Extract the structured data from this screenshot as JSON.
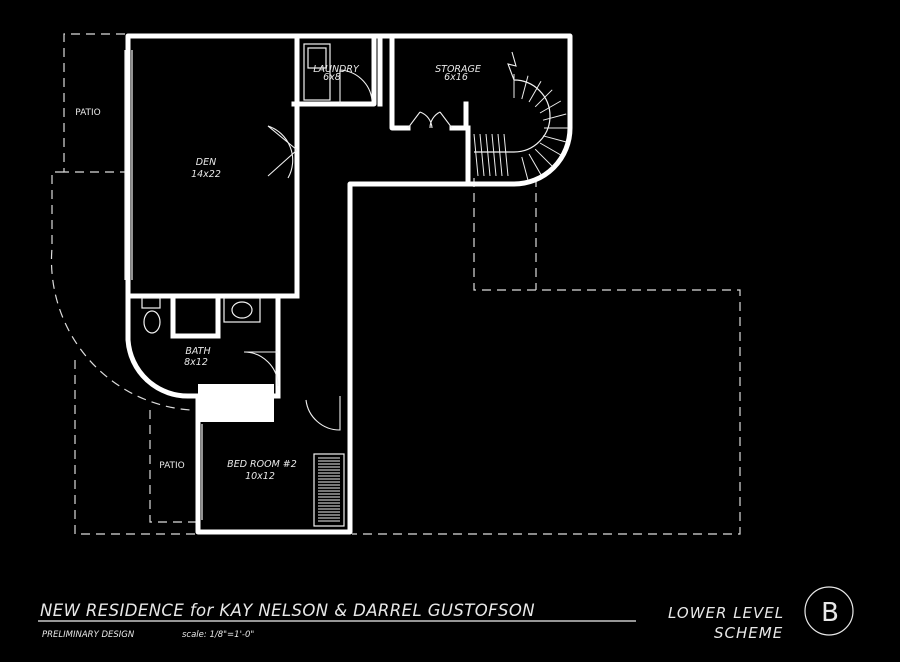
{
  "plan": {
    "rooms": {
      "den": {
        "name": "DEN",
        "size": "14x22"
      },
      "laundry": {
        "name": "LAUNDRY",
        "size": "6x8"
      },
      "storage": {
        "name": "STORAGE",
        "size": "6x16"
      },
      "bath": {
        "name": "BATH",
        "size": "8x12"
      },
      "bedroom": {
        "name": "BED ROOM #2",
        "size": "10x12"
      }
    },
    "patio_upper": "PATIO",
    "patio_lower": "PATIO"
  },
  "title_block": {
    "project_title": "NEW RESIDENCE for KAY NELSON & DARREL GUSTOFSON",
    "status": "PRELIMINARY DESIGN",
    "scale": "scale: 1/8\"=1'-0\"",
    "sheet_line1": "LOWER LEVEL",
    "sheet_line2": "SCHEME",
    "sheet_letter": "B"
  },
  "colors": {
    "background": "#000000",
    "linework": "#ffffff"
  }
}
